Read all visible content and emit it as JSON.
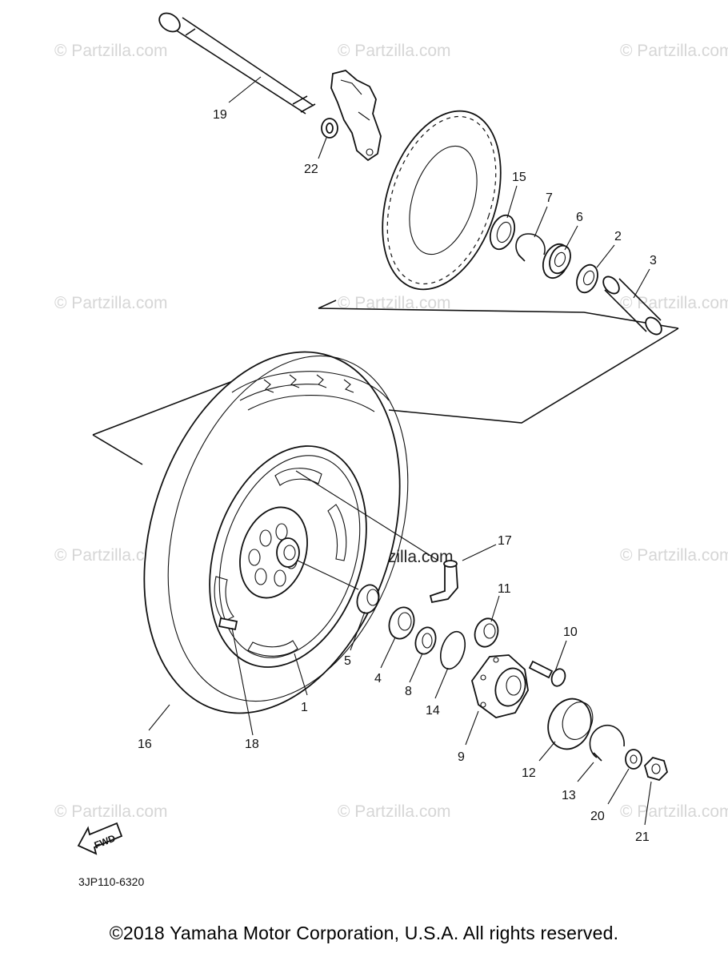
{
  "watermark": {
    "text": "© Partzilla.com"
  },
  "callouts": {
    "p1": "1",
    "p2": "2",
    "p3": "3",
    "p4": "4",
    "p5": "5",
    "p6": "6",
    "p7": "7",
    "p8": "8",
    "p9": "9",
    "p10": "10",
    "p11": "11",
    "p12": "12",
    "p13": "13",
    "p14": "14",
    "p15": "15",
    "p16": "16",
    "p17": "17",
    "p18": "18",
    "p19": "19",
    "p20": "20",
    "p21": "21",
    "p22": "22"
  },
  "direction_label": "FWD",
  "diagram_code": "3JP110-6320",
  "copyright": "©2018  Yamaha Motor Corporation, U.S.A. All rights reserved.",
  "colors": {
    "line": "#111111",
    "watermark": "#d6d6d6",
    "background": "#ffffff"
  }
}
